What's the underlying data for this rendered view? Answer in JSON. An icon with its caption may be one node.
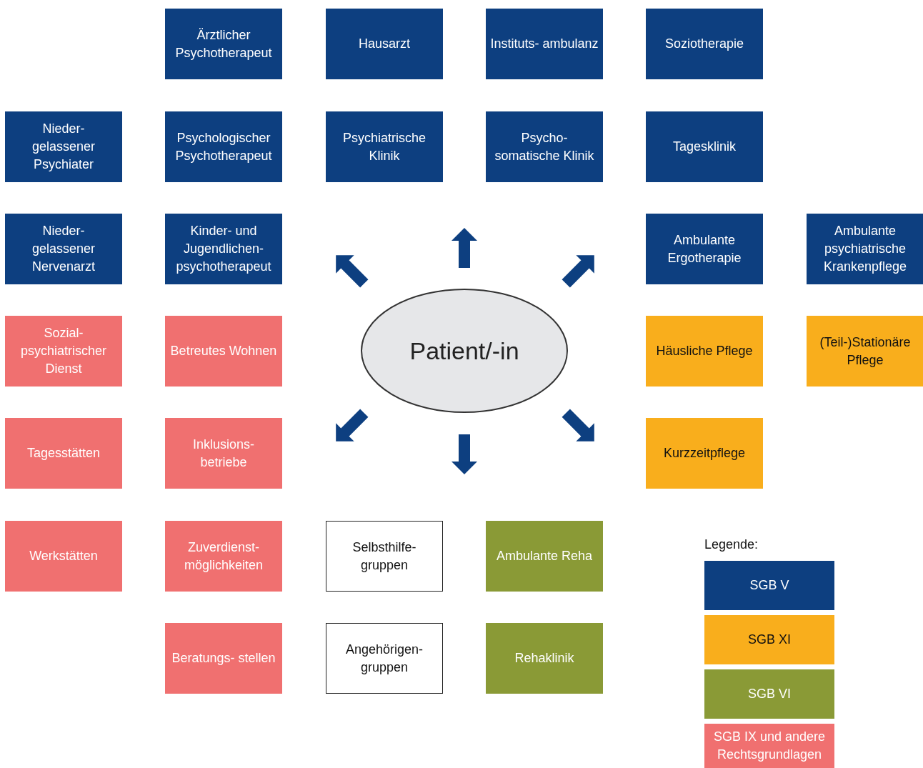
{
  "diagram": {
    "nodes": [
      {
        "text": [
          "Ärztlicher Psychotherapeut"
        ]
      },
      {
        "text": [
          "Hausarzt"
        ]
      },
      {
        "text": [
          "Instituts- ambulanz"
        ]
      },
      {
        "text": [
          "Soziotherapie"
        ]
      },
      {
        "text": [
          "Nieder- gelassener Psychiater"
        ]
      },
      {
        "text": [
          "Psychologischer Psychotherapeut"
        ]
      },
      {
        "text": [
          "Psychiatrische Klinik"
        ]
      },
      {
        "text": [
          "Psycho- somatische Klinik"
        ]
      },
      {
        "text": [
          "Tagesklinik"
        ]
      },
      {
        "text": [
          "Nieder- gelassener Nervenarzt"
        ]
      },
      {
        "text": [
          "Kinder- und Jugendlichen- psychotherapeut"
        ]
      },
      {
        "text": [
          "Ambulante Ergotherapie"
        ]
      },
      {
        "text": [
          "Ambulante psychiatrische Krankenpflege"
        ]
      },
      {
        "text": [
          "Sozial- psychiatrischer Dienst"
        ]
      },
      {
        "text": [
          "Betreutes Wohnen"
        ]
      },
      {
        "text": [
          "Patient/-in"
        ]
      },
      {
        "text": [
          "Häusliche Pflege"
        ]
      },
      {
        "text": [
          "(Teil-)Stationäre Pflege"
        ]
      },
      {
        "text": [
          "Tagesstätten"
        ]
      },
      {
        "text": [
          "Inklusions- betriebe"
        ]
      },
      {
        "text": [
          "Kurzzeitpflege"
        ]
      },
      {
        "text": [
          "Werkstätten"
        ]
      },
      {
        "text": [
          "Zuverdienst- möglichkeiten"
        ]
      },
      {
        "text": [
          "Selbsthilfe- gruppen"
        ]
      },
      {
        "text": [
          "Ambulante Reha"
        ]
      },
      {
        "text": [
          "Beratungs- stellen"
        ]
      },
      {
        "text": [
          "Angehörigen- gruppen"
        ]
      },
      {
        "text": [
          "Rehaklinik"
        ]
      }
    ],
    "edges": [],
    "labels": [
      "Legende:"
    ],
    "legend": [
      {
        "text": "SGB V",
        "color": "#0d3f80"
      },
      {
        "text": "SGB XI",
        "color": "#f9ae1c"
      },
      {
        "text": "SGB VI",
        "color": "#8a9a36"
      },
      {
        "text": "SGB IX und andere Rechtsgrundlagen",
        "color": "#f07070"
      }
    ]
  }
}
